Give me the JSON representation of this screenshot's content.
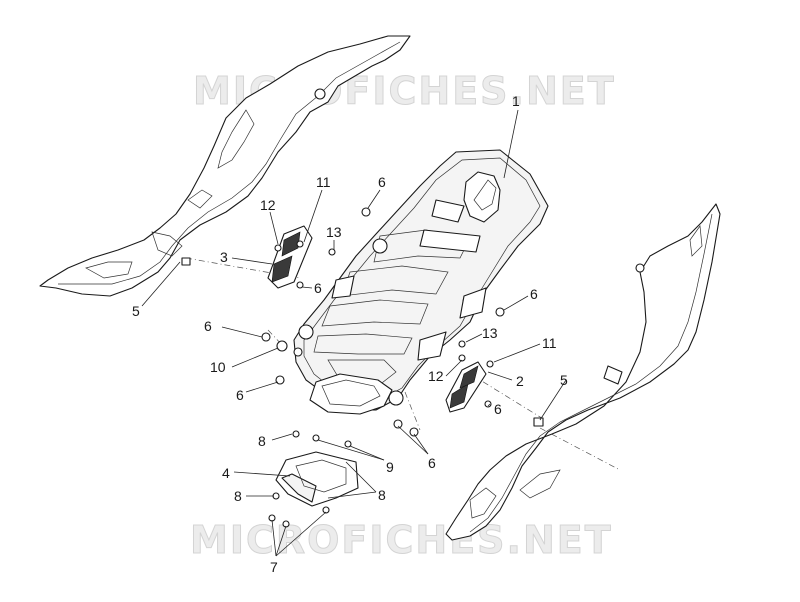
{
  "watermark": {
    "text": "MICROFICHES.NET"
  },
  "callouts": [
    {
      "id": "c1",
      "label": "1"
    },
    {
      "id": "c11a",
      "label": "11"
    },
    {
      "id": "c6a",
      "label": "6"
    },
    {
      "id": "c12a",
      "label": "12"
    },
    {
      "id": "c13a",
      "label": "13"
    },
    {
      "id": "c3",
      "label": "3"
    },
    {
      "id": "c6b",
      "label": "6"
    },
    {
      "id": "c5a",
      "label": "5"
    },
    {
      "id": "c6c",
      "label": "6"
    },
    {
      "id": "c6d",
      "label": "6"
    },
    {
      "id": "c13b",
      "label": "13"
    },
    {
      "id": "c11b",
      "label": "11"
    },
    {
      "id": "c10",
      "label": "10"
    },
    {
      "id": "c12b",
      "label": "12"
    },
    {
      "id": "c2",
      "label": "2"
    },
    {
      "id": "c5b",
      "label": "5"
    },
    {
      "id": "c6e",
      "label": "6"
    },
    {
      "id": "c6f",
      "label": "6"
    },
    {
      "id": "c8a",
      "label": "8"
    },
    {
      "id": "c9",
      "label": "9"
    },
    {
      "id": "c6g",
      "label": "6"
    },
    {
      "id": "c4",
      "label": "4"
    },
    {
      "id": "c8b",
      "label": "8"
    },
    {
      "id": "c8c",
      "label": "8"
    },
    {
      "id": "c7",
      "label": "7"
    }
  ]
}
